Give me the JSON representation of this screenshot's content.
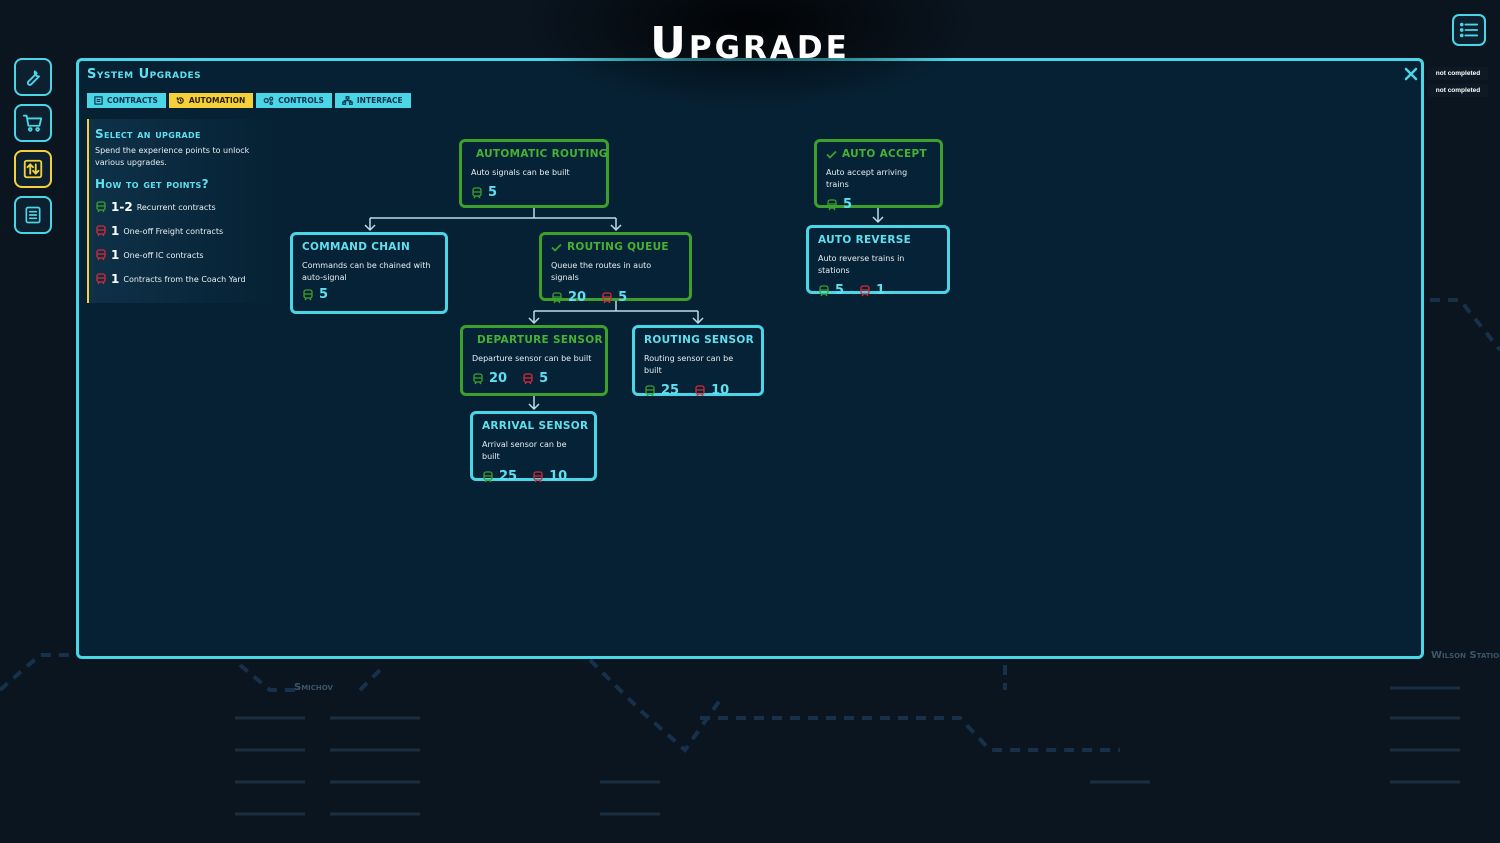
{
  "screen_title": "Upgrade",
  "status_tags": [
    "not completed",
    "not completed"
  ],
  "panel": {
    "title": "System Upgrades",
    "tabs": [
      {
        "label": "CONTRACTS",
        "icon": "contract-icon",
        "active": false
      },
      {
        "label": "AUTOMATION",
        "icon": "automation-icon",
        "active": true
      },
      {
        "label": "CONTROLS",
        "icon": "controls-icon",
        "active": false
      },
      {
        "label": "INTERFACE",
        "icon": "interface-icon",
        "active": false
      }
    ]
  },
  "info": {
    "select_heading": "Select an upgrade",
    "select_text": "Spend the experience points to unlock various upgrades.",
    "points_heading": "How to get points?",
    "ways": [
      {
        "amount": "1-2",
        "text": "Recurrent contracts",
        "type": "green"
      },
      {
        "amount": "1",
        "text": "One-off Freight contracts",
        "type": "red"
      },
      {
        "amount": "1",
        "text": "One-off IC contracts",
        "type": "red"
      },
      {
        "amount": "1",
        "text": "Contracts from the Coach Yard",
        "type": "red"
      }
    ]
  },
  "upgrades": {
    "automatic_routing": {
      "title": "AUTOMATIC ROUTING",
      "desc": "Auto signals can be built",
      "green": "5",
      "red": null,
      "completed": true
    },
    "command_chain": {
      "title": "COMMAND CHAIN",
      "desc": "Commands can be chained with auto-signal",
      "green": "5",
      "red": null,
      "completed": false
    },
    "routing_queue": {
      "title": "ROUTING QUEUE",
      "desc": "Queue the routes in auto signals",
      "green": "20",
      "red": "5",
      "completed": true
    },
    "departure_sensor": {
      "title": "DEPARTURE SENSOR",
      "desc": "Departure sensor can be built",
      "green": "20",
      "red": "5",
      "completed": true
    },
    "routing_sensor": {
      "title": "ROUTING SENSOR",
      "desc": "Routing sensor can be built",
      "green": "25",
      "red": "10",
      "completed": false
    },
    "arrival_sensor": {
      "title": "ARRIVAL SENSOR",
      "desc": "Arrival sensor can be built",
      "green": "25",
      "red": "10",
      "completed": false
    },
    "auto_accept": {
      "title": "AUTO ACCEPT",
      "desc": "Auto accept arriving trains",
      "green": "5",
      "red": null,
      "completed": true
    },
    "auto_reverse": {
      "title": "AUTO REVERSE",
      "desc": "Auto reverse trains in stations",
      "green": "5",
      "red": "1",
      "completed": false
    }
  },
  "map_labels": {
    "station_a": "Smichov",
    "station_b": "Wilson Station"
  },
  "colors": {
    "accent": "#4ad6e6",
    "active": "#f4d13a",
    "completed": "#3ea02c",
    "red_point": "#d8283a",
    "green_point": "#3ea02c"
  }
}
